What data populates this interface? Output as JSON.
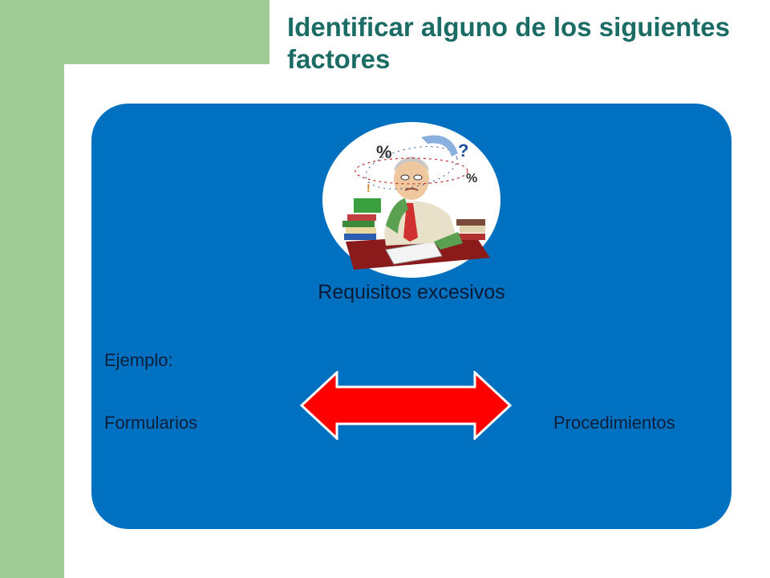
{
  "slide": {
    "title": "Identificar alguno de los siguientes factores",
    "caption": "Requisitos excesivos",
    "example_label": "Ejemplo:",
    "left_label": "Formularios",
    "right_label": "Procedimientos",
    "illustration_glyphs": [
      "%",
      "?",
      "%",
      "!"
    ]
  },
  "colors": {
    "panel": "#0070c0",
    "sidebar": "#9fcc94",
    "title": "#1a6c65",
    "arrow": "#ff0000"
  }
}
